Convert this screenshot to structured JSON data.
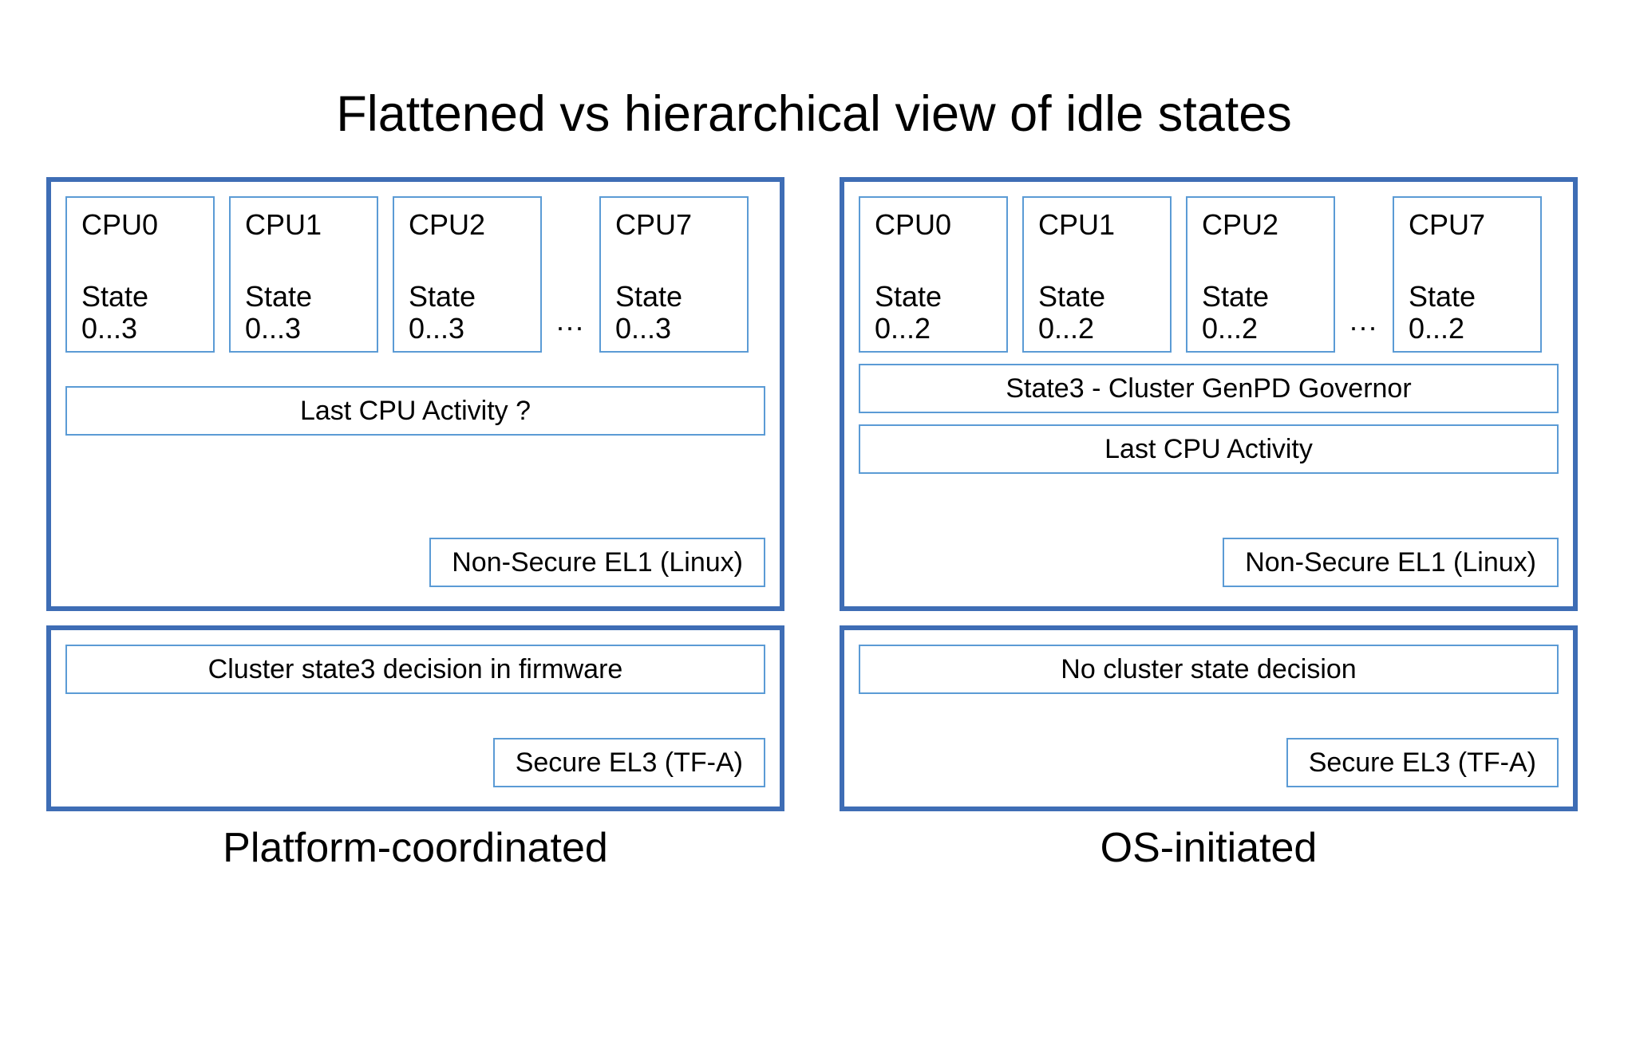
{
  "title": "Flattened vs hierarchical view of idle states",
  "colors": {
    "panel_border": "#3E6DB5",
    "inner_border": "#5B9BD5",
    "background": "#FFFFFF",
    "text": "#000000"
  },
  "panels": [
    {
      "id": "platform-coordinated",
      "caption": "Platform-coordinated",
      "os_panel": {
        "cpus": [
          {
            "name": "CPU0",
            "state_label": "State",
            "state_range": "0...3"
          },
          {
            "name": "CPU1",
            "state_label": "State",
            "state_range": "0...3"
          },
          {
            "name": "CPU2",
            "state_label": "State",
            "state_range": "0...3"
          },
          {
            "name": "CPU7",
            "state_label": "State",
            "state_range": "0...3"
          }
        ],
        "ellipsis": "...",
        "governor_bar": null,
        "activity_bar": "Last CPU Activity ?",
        "exception_level": "Non-Secure EL1 (Linux)"
      },
      "fw_panel": {
        "decision_bar": "Cluster state3 decision in firmware",
        "exception_level": "Secure EL3 (TF-A)"
      }
    },
    {
      "id": "os-initiated",
      "caption": "OS-initiated",
      "os_panel": {
        "cpus": [
          {
            "name": "CPU0",
            "state_label": "State",
            "state_range": "0...2"
          },
          {
            "name": "CPU1",
            "state_label": "State",
            "state_range": "0...2"
          },
          {
            "name": "CPU2",
            "state_label": "State",
            "state_range": "0...2"
          },
          {
            "name": "CPU7",
            "state_label": "State",
            "state_range": "0...2"
          }
        ],
        "ellipsis": "...",
        "governor_bar": "State3 - Cluster GenPD Governor",
        "activity_bar": "Last CPU Activity",
        "exception_level": "Non-Secure EL1 (Linux)"
      },
      "fw_panel": {
        "decision_bar": "No cluster state decision",
        "exception_level": "Secure EL3 (TF-A)"
      }
    }
  ]
}
